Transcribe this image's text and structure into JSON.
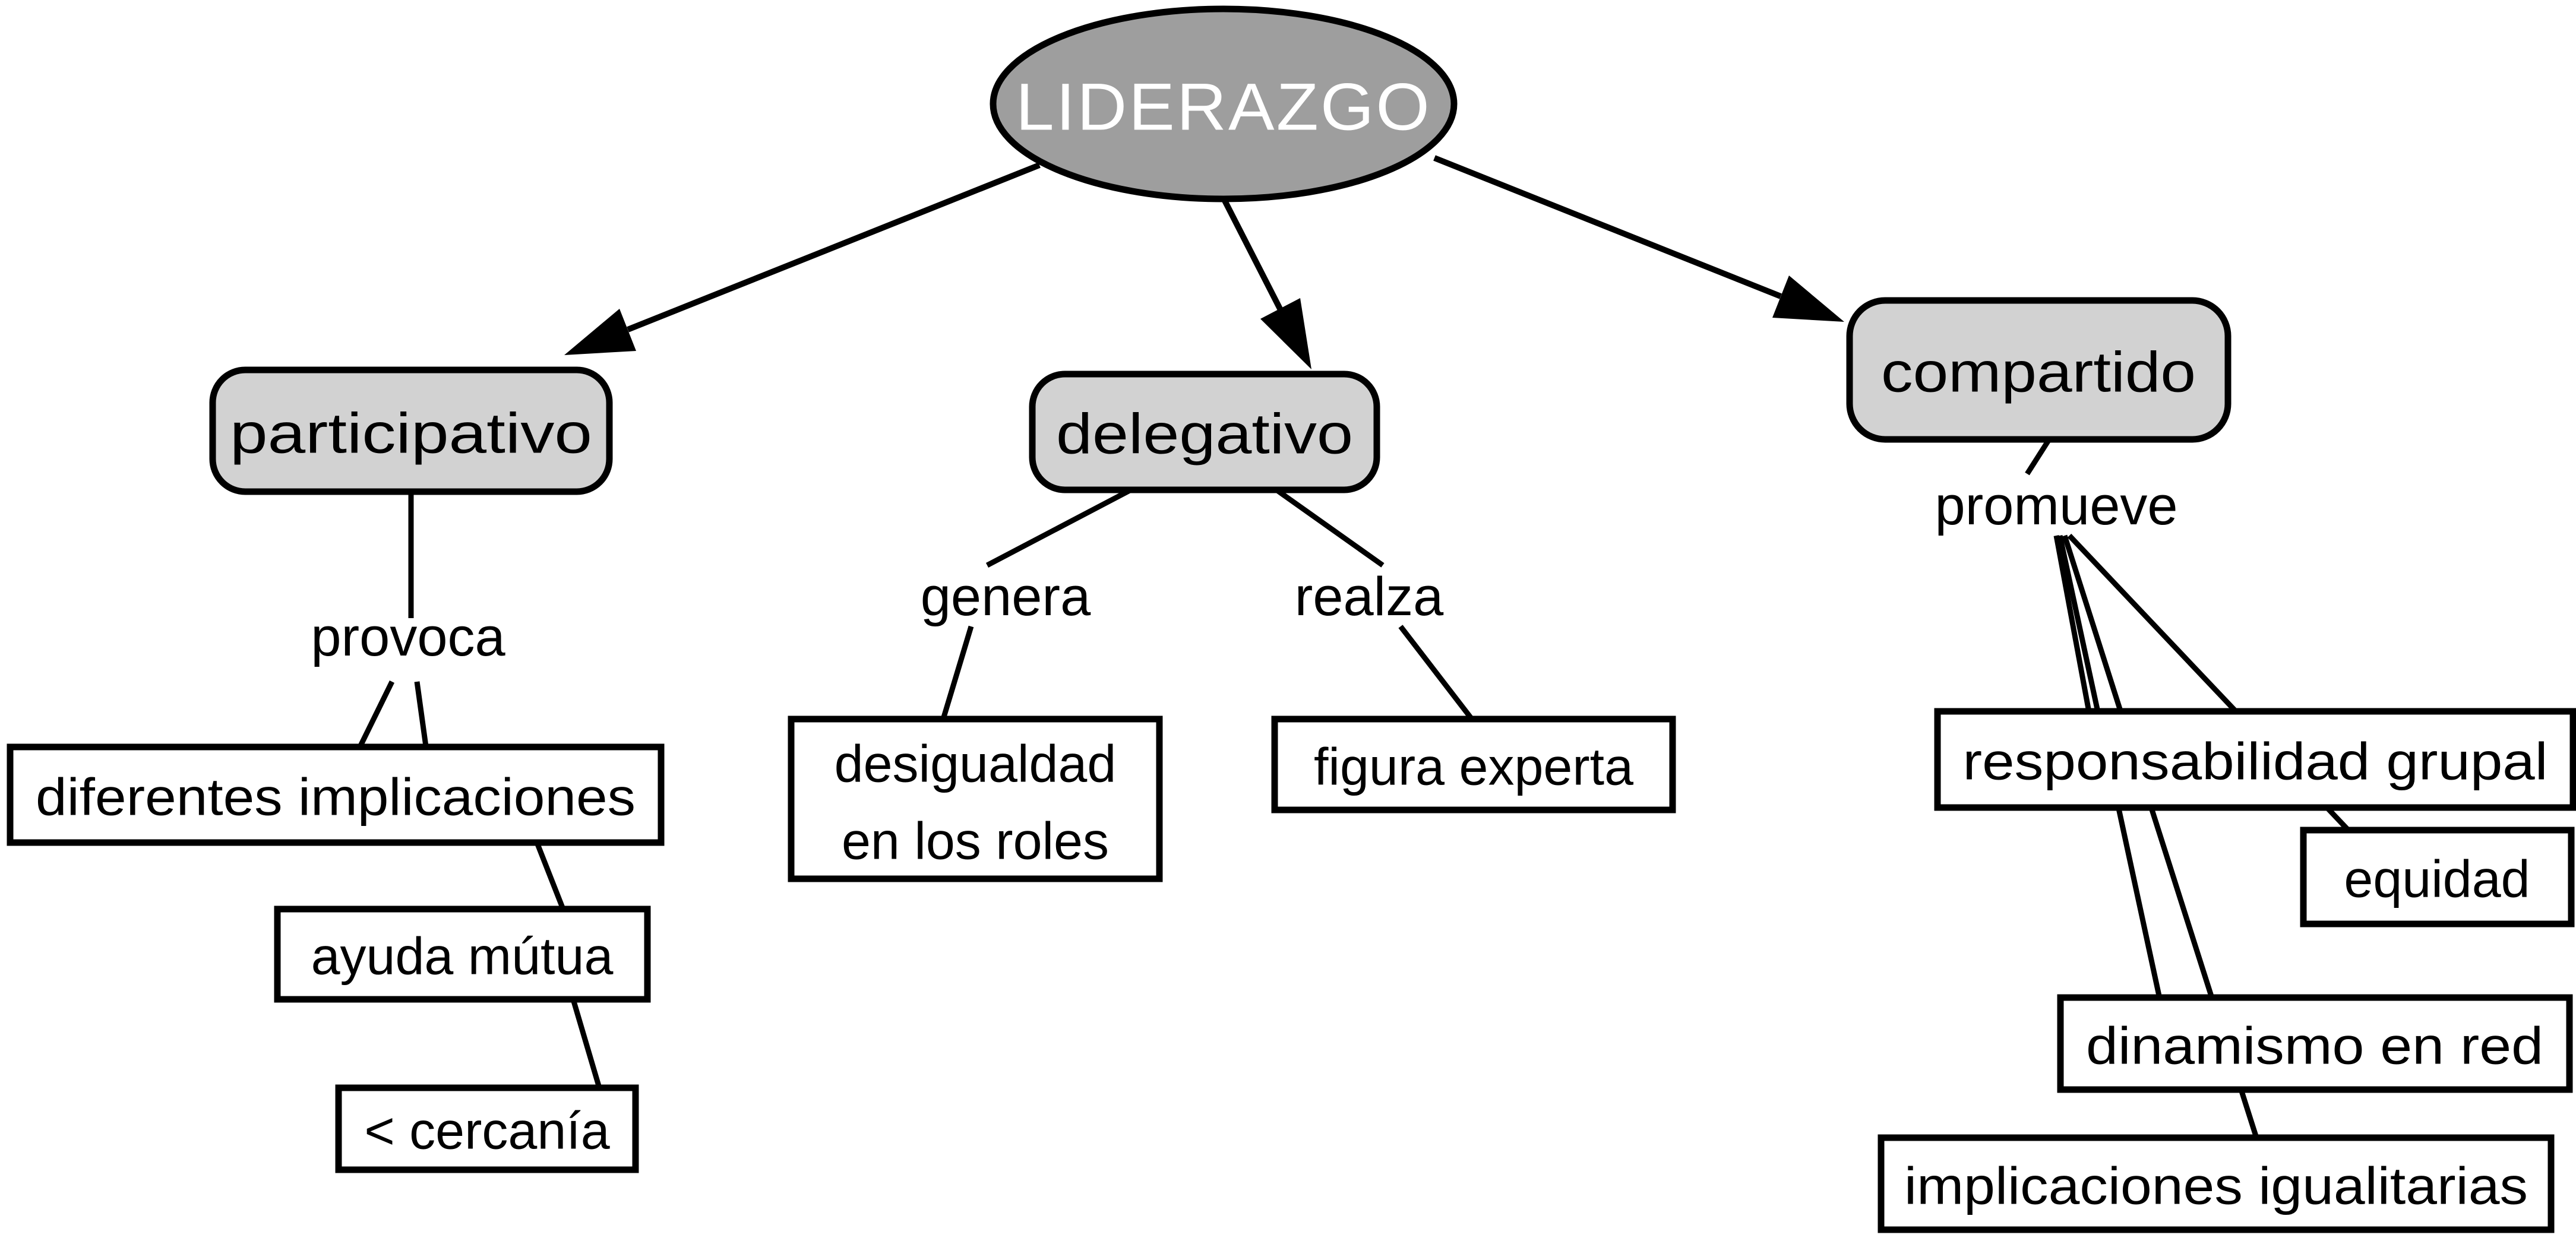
{
  "diagram": {
    "root": {
      "label": "LIDERAZGO"
    },
    "colors": {
      "root_fill": "#9e9e9e",
      "root_text": "#ffffff",
      "branch_fill": "#d2d2d2",
      "leaf_fill": "#ffffff",
      "line": "#000000",
      "background": "#ffffff"
    },
    "branches": {
      "participativo": {
        "label": "participativo"
      },
      "delegativo": {
        "label": "delegativo"
      },
      "compartido": {
        "label": "compartido"
      }
    },
    "connectors": {
      "provoca": {
        "label": "provoca"
      },
      "genera": {
        "label": "genera"
      },
      "realza": {
        "label": "realza"
      },
      "promueve": {
        "label": "promueve"
      }
    },
    "leaves": {
      "diferentes_implicaciones": {
        "label": "diferentes implicaciones"
      },
      "ayuda_mutua": {
        "label": "ayuda mútua"
      },
      "cercania": {
        "label": "< cercanía"
      },
      "desigualdad": {
        "line1": "desigualdad",
        "line2": "en los roles"
      },
      "figura_experta": {
        "label": "figura experta"
      },
      "responsabilidad": {
        "label": "responsabilidad grupal"
      },
      "equidad": {
        "label": "equidad"
      },
      "dinamismo": {
        "label": "dinamismo en red"
      },
      "implicaciones_igualitarias": {
        "label": "implicaciones igualitarias"
      }
    }
  }
}
